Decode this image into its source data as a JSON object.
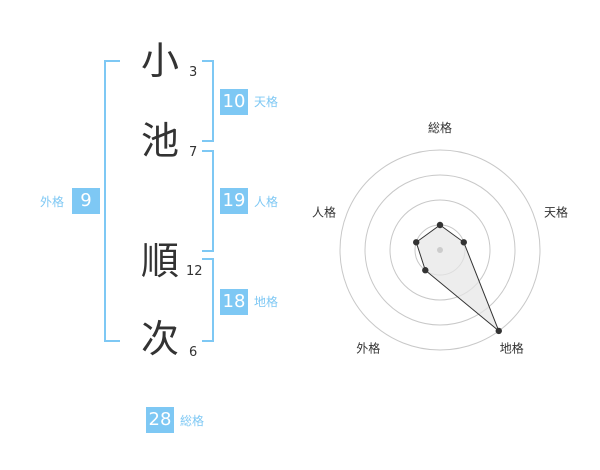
{
  "name": {
    "chars": [
      {
        "char": "小",
        "strokes": "3"
      },
      {
        "char": "池",
        "strokes": "7"
      },
      {
        "char": "順",
        "strokes": "12"
      },
      {
        "char": "次",
        "strokes": "6"
      }
    ]
  },
  "kakusu": {
    "tenkaku": {
      "value": "10",
      "label": "天格"
    },
    "jinkaku": {
      "value": "19",
      "label": "人格"
    },
    "chikaku": {
      "value": "18",
      "label": "地格"
    },
    "gaikaku": {
      "value": "9",
      "label": "外格"
    },
    "soukaku": {
      "value": "28",
      "label": "総格"
    }
  },
  "chart_data": {
    "type": "radar",
    "axes": [
      "総格",
      "天格",
      "地格",
      "外格",
      "人格"
    ],
    "rings": 4,
    "max": 4,
    "values": [
      1,
      1,
      4,
      1,
      1
    ],
    "colors": {
      "ring": "#c8c8c8",
      "fill": "#e6e6e6",
      "line": "#333333",
      "point": "#333333"
    }
  },
  "colors": {
    "accent": "#7ec8f4"
  }
}
